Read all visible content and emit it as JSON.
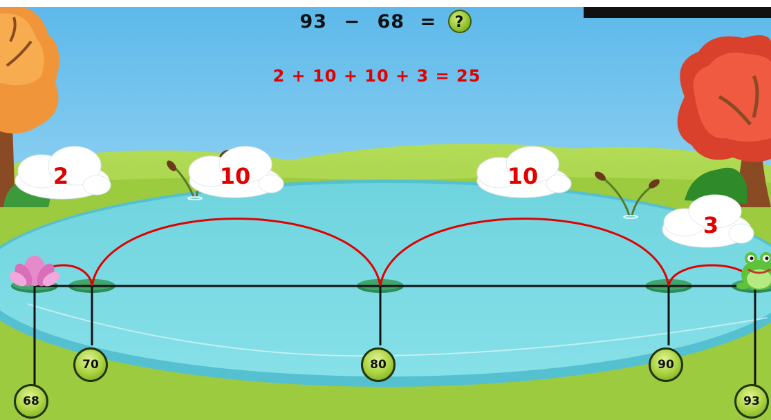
{
  "question": {
    "left": "93",
    "operator": "−",
    "right": "68",
    "equals": "=",
    "help_label": "?"
  },
  "equation": "2 + 10 + 10 + 3 = 25",
  "jumps": [
    {
      "label": "2",
      "from": 68,
      "to": 70
    },
    {
      "label": "10",
      "from": 70,
      "to": 80
    },
    {
      "label": "10",
      "from": 80,
      "to": 90
    },
    {
      "label": "3",
      "from": 90,
      "to": 93
    }
  ],
  "number_line": {
    "start": 68,
    "end": 93,
    "marks": [
      "68",
      "70",
      "80",
      "90",
      "93"
    ]
  },
  "colors": {
    "jump_arc": "#e00000",
    "number_line": "#111111",
    "pad_green": "#a6d13c",
    "pond": "#7fdde6"
  },
  "icons": {
    "start": "lotus-flower-icon",
    "end": "frog-icon",
    "help": "question-mark-icon"
  }
}
